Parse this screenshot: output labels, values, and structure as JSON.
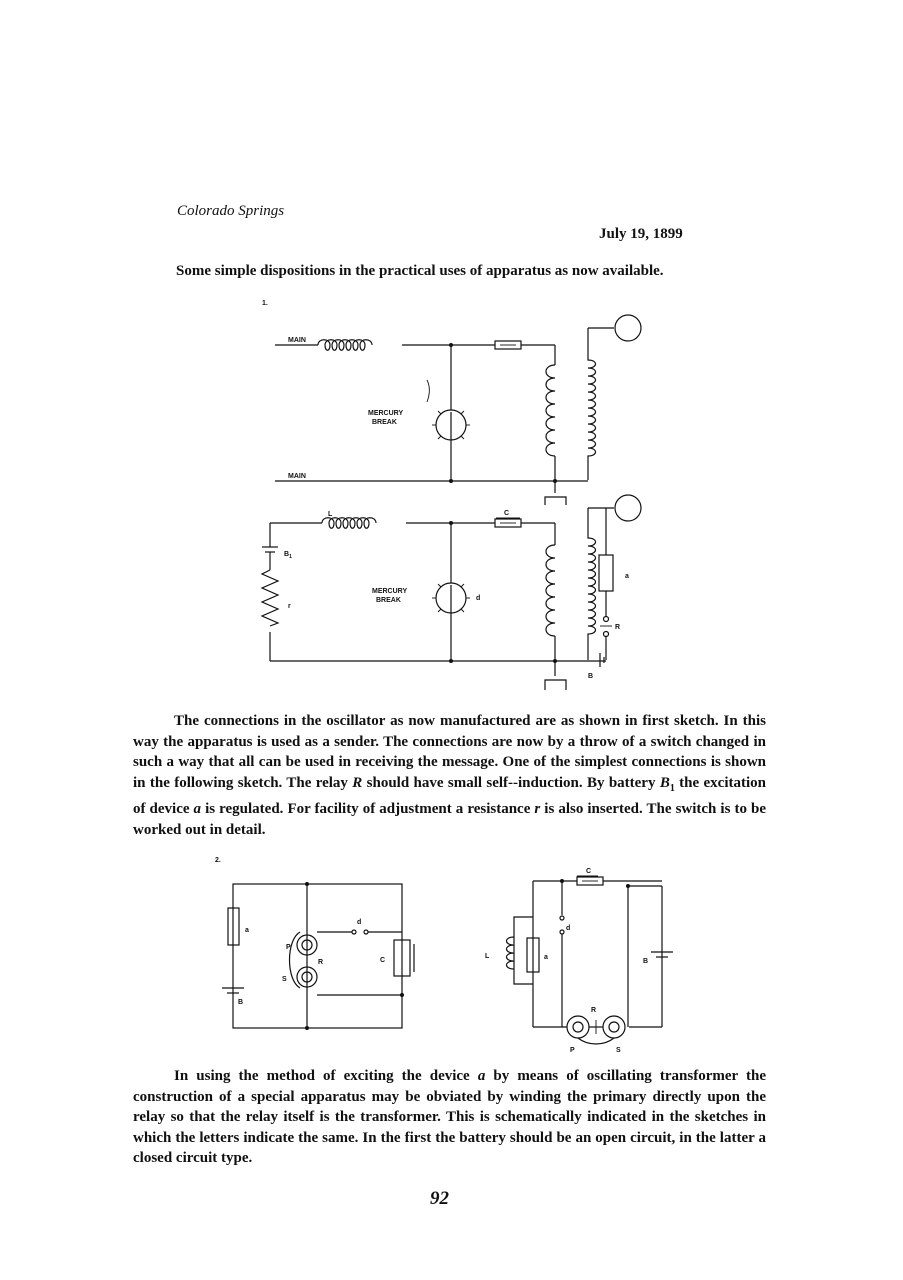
{
  "header": {
    "place": "Colorado Springs",
    "date": "July 19, 1899"
  },
  "intro": "Some simple dispositions in the practical uses of apparatus as now available.",
  "figure1": {
    "number": "1.",
    "labels": {
      "main_top": "MAIN",
      "main_bottom": "MAIN",
      "mercury1": "MERCURY",
      "break1": "BREAK",
      "L": "L",
      "C": "C",
      "B1": "B",
      "B1_sub": "1",
      "r": "r",
      "mercury2": "MERCURY",
      "break2": "BREAK",
      "d": "d",
      "a": "a",
      "R": "R",
      "B": "B"
    }
  },
  "paragraph1": {
    "parts": [
      "The connections in the oscillator as now manufactured are as shown in first sketch. In this way the apparatus is used as a sender. The connections are now by a throw of a switch changed in such a way that all can be used in receiving the message. One of the simplest connections is shown in the following sketch. The relay ",
      "R",
      " should have small self--induction. By battery ",
      "B",
      "1",
      " the excitation of device ",
      "a",
      " is regulated. For facility of adjustment a resistance ",
      "r",
      " is also inserted. The switch is to be worked out in detail."
    ]
  },
  "figure2": {
    "number": "2.",
    "left": {
      "a": "a",
      "P": "P",
      "R": "R",
      "S": "S",
      "d": "d",
      "C": "C",
      "B": "B"
    },
    "right": {
      "C": "C",
      "L": "L",
      "a": "a",
      "d": "d",
      "B": "B",
      "R": "R",
      "P": "P",
      "S": "S"
    }
  },
  "paragraph2": {
    "parts": [
      "In using the method of exciting the device ",
      "a",
      " by means of oscillating transformer the construction of a special apparatus may be obviated by winding the primary directly upon the relay so that the relay itself is the transformer. This is schematically indicated in the sketches in which the letters indicate the same. In the first the battery should be an open circuit, in the latter a closed circuit type."
    ]
  },
  "page_number": "92"
}
